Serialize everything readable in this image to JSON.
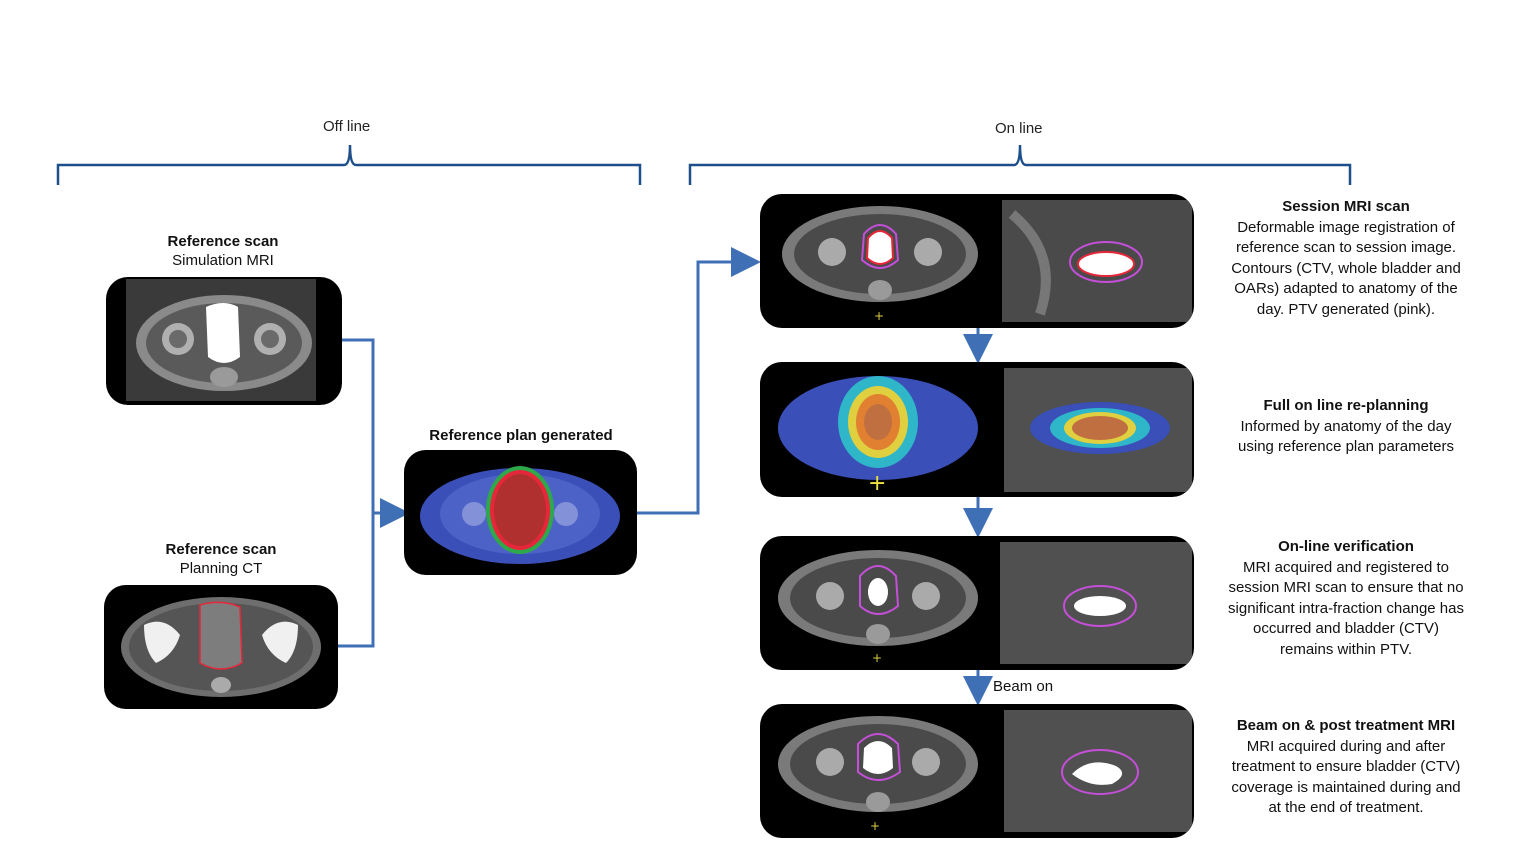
{
  "phases": {
    "offline": "Off line",
    "online": "On line"
  },
  "left": {
    "ref_mri": {
      "title": "Reference scan",
      "subtitle": "Simulation MRI"
    },
    "ref_ct": {
      "title": "Reference scan",
      "subtitle": "Planning  CT"
    },
    "plan": {
      "title": "Reference plan generated"
    }
  },
  "steps": [
    {
      "title": "Session MRI scan",
      "body": "Deformable image registration of\nreference scan to session image.\nContours (CTV, whole bladder and\nOARs) adapted to anatomy of the\nday.  PTV generated (pink)."
    },
    {
      "title": "Full on line re-planning",
      "body": "Informed by anatomy of the day\nusing reference plan parameters"
    },
    {
      "title": "On-line verification",
      "body": "MRI acquired and registered to\nsession MRI scan to ensure that no\nsignificant intra-fraction change has\noccurred and bladder (CTV)\nremains within PTV."
    },
    {
      "title": "Beam on & post treatment MRI",
      "body": "MRI acquired during and after\ntreatment to ensure bladder (CTV)\ncoverage is maintained during and\nat the end of treatment."
    }
  ],
  "beam_on_label": "Beam on",
  "colors": {
    "arrow": "#3f6fb5",
    "bracket": "#1f4f8a",
    "ptv": "#c44fd8",
    "ctv": "#e8263a"
  }
}
